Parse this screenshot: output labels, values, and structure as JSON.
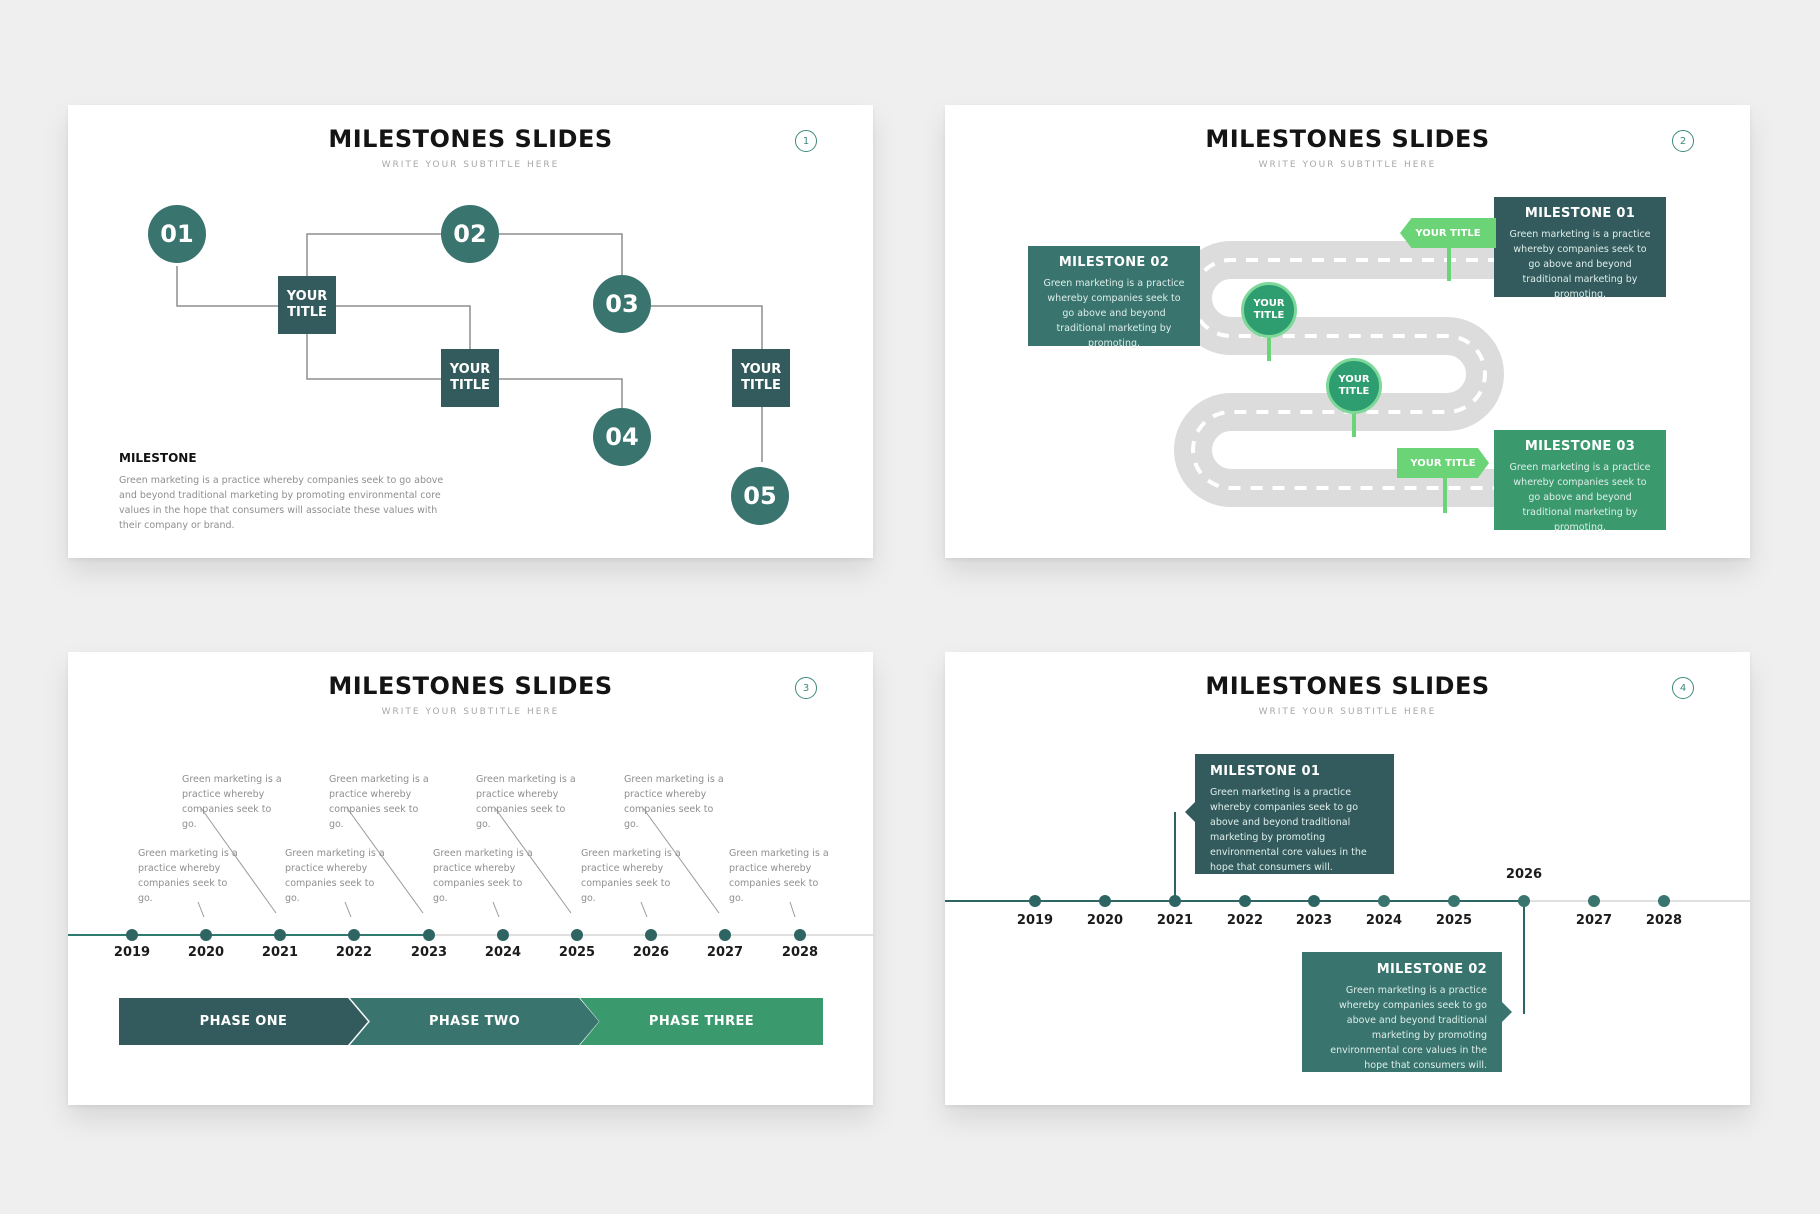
{
  "slides": [
    {
      "title": "MILESTONES SLIDES",
      "subtitle": "WRITE YOUR SUBTITLE HERE",
      "page": "1",
      "circles": [
        "01",
        "02",
        "03",
        "04",
        "05"
      ],
      "squares": [
        "YOUR TITLE",
        "YOUR TITLE",
        "YOUR TITLE"
      ],
      "milestone_heading": "MILESTONE",
      "milestone_text": "Green marketing is a practice whereby companies seek to go above and beyond traditional marketing by promoting environmental core values in the hope that consumers will associate these values with their company or brand."
    },
    {
      "title": "MILESTONES SLIDES",
      "subtitle": "WRITE YOUR SUBTITLE HERE",
      "page": "2",
      "milestone_01": {
        "title": "MILESTONE 01",
        "text": "Green marketing is a practice whereby companies seek to go above and beyond traditional marketing by promoting."
      },
      "milestone_02": {
        "title": "MILESTONE 02",
        "text": "Green marketing is a practice whereby companies seek to go above and beyond traditional marketing by promoting."
      },
      "milestone_03": {
        "title": "MILESTONE 03",
        "text": "Green marketing is a practice whereby companies seek to go above and beyond traditional marketing by promoting."
      },
      "flags": [
        "YOUR TITLE",
        "YOUR TITLE"
      ],
      "pins": [
        "YOUR TITLE",
        "YOUR TITLE"
      ]
    },
    {
      "title": "MILESTONES SLIDES",
      "subtitle": "WRITE YOUR SUBTITLE HERE",
      "page": "3",
      "years": [
        "2019",
        "2020",
        "2021",
        "2022",
        "2023",
        "2024",
        "2025",
        "2026",
        "2027",
        "2028"
      ],
      "note": "Green marketing is a practice whereby companies seek to go.",
      "phases": [
        "PHASE ONE",
        "PHASE TWO",
        "PHASE THREE"
      ]
    },
    {
      "title": "MILESTONES SLIDES",
      "subtitle": "WRITE YOUR SUBTITLE HERE",
      "page": "4",
      "years": [
        "2019",
        "2020",
        "2021",
        "2022",
        "2023",
        "2024",
        "2025",
        "2026",
        "2027",
        "2028"
      ],
      "milestone_01": {
        "title": "MILESTONE 01",
        "text": "Green marketing is a practice whereby companies seek to go above and beyond traditional marketing by promoting environmental core values in the hope that consumers will."
      },
      "milestone_02": {
        "title": "MILESTONE 02",
        "text": "Green marketing is a practice whereby companies seek to go above and beyond traditional marketing by promoting environmental core values in the hope that consumers will."
      }
    }
  ],
  "colors": {
    "dark_teal": "#335b5d",
    "teal": "#39746e",
    "green": "#3a9a6e",
    "light_green": "#6ad476",
    "road": "#dddddd"
  }
}
